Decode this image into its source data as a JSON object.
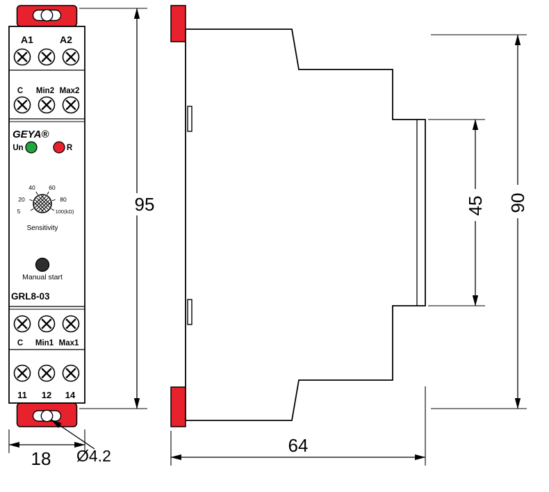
{
  "front_view": {
    "brand": "GEYA®",
    "model": "GRL8-03",
    "terminals": {
      "top1": [
        "A1",
        "A2"
      ],
      "top2": [
        "C",
        "Min2",
        "Max2"
      ],
      "bottom1": [
        "C",
        "Min1",
        "Max1"
      ],
      "bottom2": [
        "11",
        "12",
        "14"
      ]
    },
    "led": {
      "un": "Un",
      "r": "R"
    },
    "dial": {
      "labels": [
        "5",
        "20",
        "40",
        "60",
        "80",
        "100(kΩ)"
      ],
      "caption": "Sensitivity"
    },
    "manual_start": "Manual start"
  },
  "dimensions": {
    "height": "95",
    "width": "18",
    "hole_dia": "Ø4.2",
    "depth": "64",
    "recess_height": "45",
    "body_height": "90"
  },
  "colors": {
    "red": "#e8222d",
    "green": "#1fa63c",
    "led_red": "#e8222d",
    "dark_button": "#2e2e2e"
  }
}
